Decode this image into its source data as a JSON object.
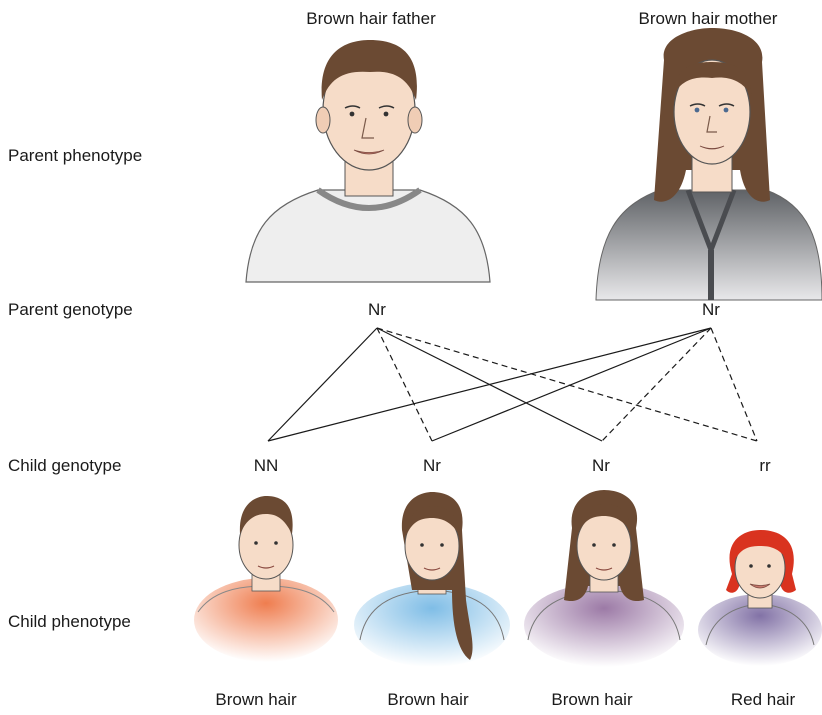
{
  "parents": {
    "father": {
      "label": "Brown hair father",
      "genotype": "Nr"
    },
    "mother": {
      "label": "Brown hair mother",
      "genotype": "Nr"
    }
  },
  "row_labels": {
    "parent_phenotype": "Parent phenotype",
    "parent_genotype": "Parent genotype",
    "child_genotype": "Child genotype",
    "child_phenotype": "Child phenotype"
  },
  "children": [
    {
      "genotype": "NN",
      "phenotype": "Brown hair"
    },
    {
      "genotype": "Nr",
      "phenotype": "Brown hair"
    },
    {
      "genotype": "Nr",
      "phenotype": "Brown hair"
    },
    {
      "genotype": "rr",
      "phenotype": "Red hair"
    }
  ],
  "colors": {
    "brown_hair": "#6b4a33",
    "red_hair": "#d9331f",
    "skin": "#f6dcc8",
    "father_shirt": "#ececec",
    "mother_shirt": "#6f7276",
    "child1_shirt": "#f08a5b",
    "child2_shirt": "#8ec6e8",
    "child3_shirt": "#9e7fa8",
    "child4_shirt": "#8a7aa8"
  }
}
